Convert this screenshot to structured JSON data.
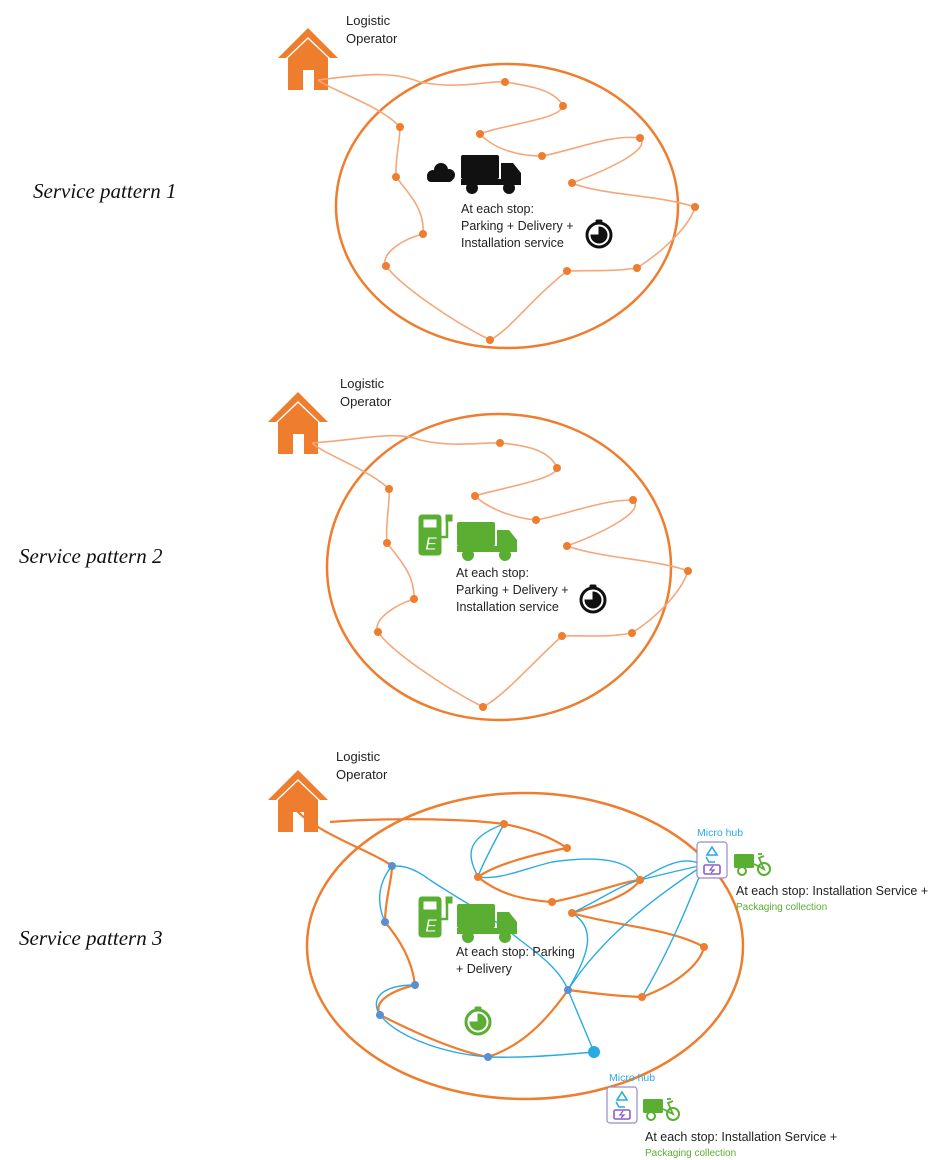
{
  "colors": {
    "orange": "#EF7D2E",
    "route_light": "#F5A77A",
    "blue": "#29ABE2",
    "green": "#5AAE32",
    "dark": "#111111",
    "purple": "#8B5DC6",
    "node_blue": "#5B8FD1"
  },
  "patterns": [
    {
      "label": "Service pattern 1",
      "operator_label": [
        "Logistic",
        "Operator"
      ],
      "vehicle_icon": "diesel-truck-icon",
      "emission_icon": "cloud-icon",
      "stop_text": [
        "At each stop:",
        "Parking + Delivery +",
        "Installation service"
      ],
      "timer_icon": "stopwatch-icon"
    },
    {
      "label": "Service pattern 2",
      "operator_label": [
        "Logistic",
        "Operator"
      ],
      "vehicle_icon": "electric-truck-icon",
      "emission_icon": "charging-station-icon",
      "stop_text": [
        "At each stop:",
        "Parking + Delivery +",
        "Installation service"
      ],
      "timer_icon": "stopwatch-icon"
    },
    {
      "label": "Service pattern 3",
      "operator_label": [
        "Logistic",
        "Operator"
      ],
      "vehicle_icon": "electric-truck-icon",
      "emission_icon": "charging-station-icon",
      "stop_text": [
        "At each stop: Parking",
        "+ Delivery"
      ],
      "timer_icon": "stopwatch-icon",
      "micro_hubs": [
        {
          "label": "Micro hub",
          "stop_text": "At each stop: Installation Service +",
          "collection_text": "Packaging collection"
        },
        {
          "label": "Micro hub",
          "stop_text": "At each stop: Installation Service +",
          "collection_text": "Packaging collection"
        }
      ]
    }
  ]
}
